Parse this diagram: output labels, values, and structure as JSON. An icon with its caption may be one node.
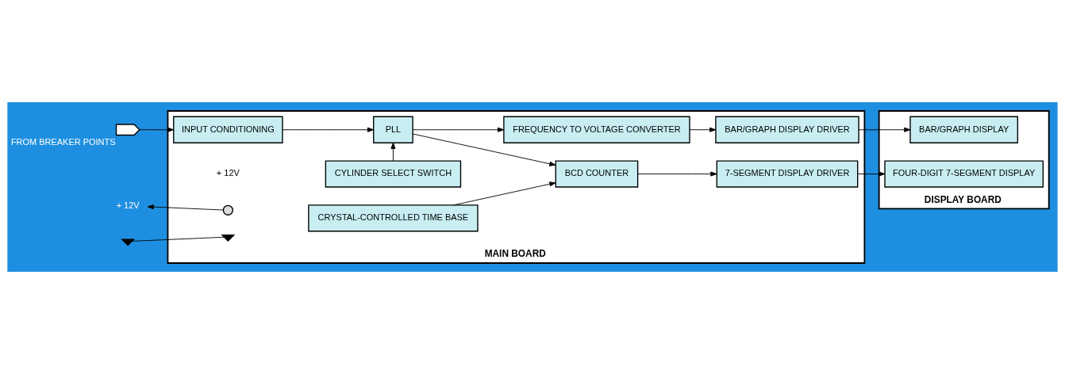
{
  "diagram": {
    "nodes": [
      {
        "text": [
          "MAIN BOARD"
        ]
      },
      {
        "text": [
          "INPUT CONDITIONING"
        ],
        "in": 0
      },
      {
        "text": [
          "PLL"
        ],
        "in": 0
      },
      {
        "text": [
          "FREQUENCY TO VOLTAGE CONVERTER"
        ],
        "in": 0
      },
      {
        "text": [
          "BAR/GRAPH DISPLAY DRIVER"
        ],
        "in": 0
      },
      {
        "text": [
          "CYLINDER SELECT SWITCH"
        ],
        "in": 0
      },
      {
        "text": [
          "CRYSTAL-CONTROLLED TIME BASE"
        ],
        "in": 0
      },
      {
        "text": [
          "BCD COUNTER"
        ],
        "in": 0
      },
      {
        "text": [
          "7-SEGMENT DISPLAY DRIVER"
        ],
        "in": 0
      },
      {
        "text": [
          "DISPLAY BOARD"
        ]
      },
      {
        "text": [
          "BAR/GRAPH DISPLAY"
        ],
        "in": 9
      },
      {
        "text": [
          "FOUR-DIGIT 7-SEGMENT DISPLAY"
        ],
        "in": 9
      },
      {
        "text": [
          "FROM BREAKER POINTS"
        ]
      },
      {
        "text": [],
        "shape": "circle",
        "in": 0,
        "beside": [
          "+ 12V"
        ]
      },
      {
        "text": [
          "+ 12V"
        ]
      },
      {
        "text": [],
        "shape": "ground"
      },
      {
        "text": [],
        "shape": "ground",
        "in": 0
      }
    ],
    "edges": [
      {
        "from": 12,
        "to": 1,
        "arrow": "to"
      },
      {
        "from": 1,
        "to": 2,
        "arrow": "to"
      },
      {
        "from": 5,
        "to": 2,
        "arrow": "to"
      },
      {
        "from": 2,
        "to": 3,
        "arrow": "to"
      },
      {
        "from": 2,
        "to": 7,
        "arrow": "to"
      },
      {
        "from": 6,
        "to": 7,
        "arrow": "to"
      },
      {
        "from": 3,
        "to": 4,
        "arrow": "to"
      },
      {
        "from": 7,
        "to": 8,
        "arrow": "to"
      },
      {
        "from": 4,
        "to": 10,
        "arrow": "to"
      },
      {
        "from": 8,
        "to": 11,
        "arrow": "to"
      },
      {
        "from": 13,
        "to": 14,
        "arrow": "to"
      },
      {
        "from": 15,
        "to": 16,
        "arrow": "none"
      }
    ]
  }
}
